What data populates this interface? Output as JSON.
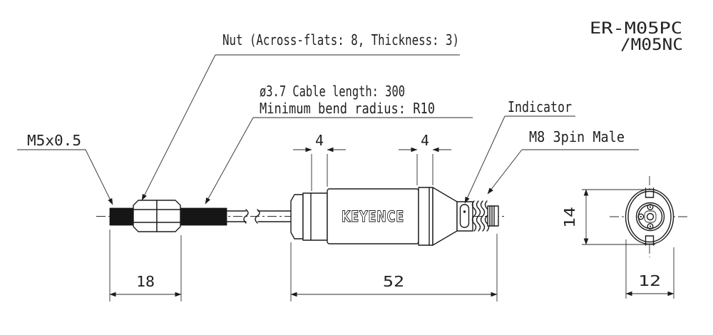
{
  "title": {
    "model_line1": "ER-M05PC",
    "model_line2": "/M05NC"
  },
  "labels": {
    "nut": "Nut (Across-flats: 8, Thickness: 3)",
    "cable": "ø3.7 Cable length: 300",
    "bend_radius": "Minimum bend radius: R10",
    "indicator": "Indicator",
    "connector": "M8 3pin Male",
    "thread": "M5x0.5"
  },
  "dimensions": {
    "groove_left": "4",
    "groove_right": "4",
    "thread_length": "18",
    "body_length": "52",
    "connector_height": "14",
    "connector_width": "12"
  },
  "logo_text": "KEYENCE",
  "colors": {
    "line": "#1c1c1c",
    "background": "#ffffff"
  }
}
